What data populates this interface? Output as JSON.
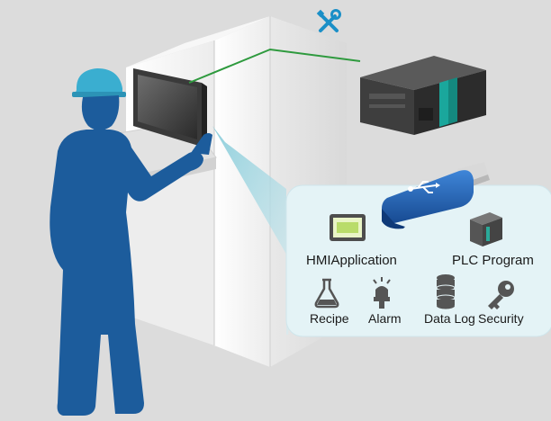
{
  "items": {
    "hmi": {
      "label": "HMIApplication",
      "icon": "hmi-screen-icon"
    },
    "plc": {
      "label": "PLC Program",
      "icon": "plc-module-icon"
    },
    "recipe": {
      "label": "Recipe",
      "icon": "flask-icon"
    },
    "alarm": {
      "label": "Alarm",
      "icon": "alarm-light-icon"
    },
    "datalog": {
      "label": "Data Log",
      "icon": "database-icon"
    },
    "security": {
      "label": "Security",
      "icon": "key-icon"
    }
  },
  "colors": {
    "background": "#dcdcdc",
    "worker": "#1c5c9c",
    "helmet": "#3aaed0",
    "link_line": "#2e9a3e",
    "panel": "#e4f3f6",
    "beam": "#9fd7e2",
    "icon_gray": "#555555",
    "usb_blue": "#1f5aa8"
  },
  "link_icon": "tools-icon"
}
